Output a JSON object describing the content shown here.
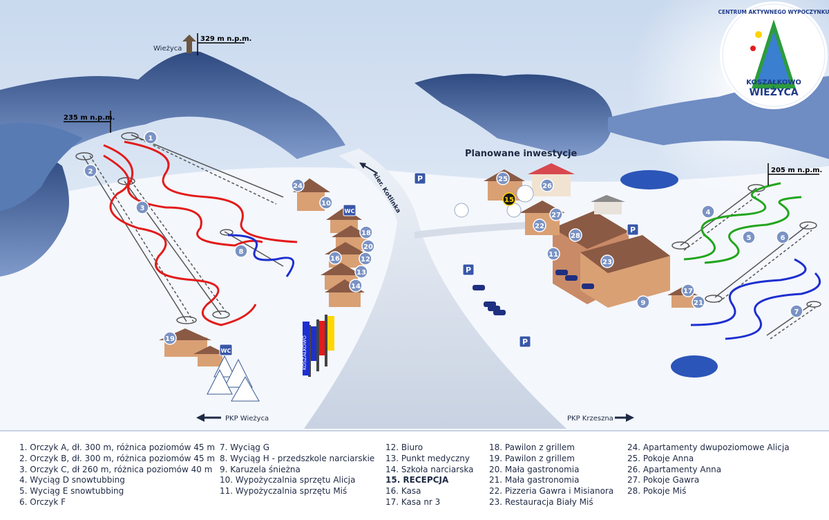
{
  "labels": {
    "peak_name": "Wieżyca",
    "peak_altitude": "329 m n.p.m.",
    "left_altitude": "235 m n.p.m.",
    "right_altitude": "205 m n.p.m.",
    "planned": "Planowane inwestycje",
    "direction_kotlinka": "kier. Kotlinka",
    "pkp_wiezyca": "PKP Wieżyca",
    "pkp_krzeszna": "PKP Krzeszna",
    "parking": "P",
    "wc": "WC",
    "flag_text": "KOSZAŁKOWO"
  },
  "logo": {
    "arc_text": "CENTRUM AKTYWNEGO WYPOCZYNKU",
    "name_top": "KOSZAŁKOWO",
    "name_bottom": "WIEŻYCA"
  },
  "markers": [
    "1",
    "2",
    "3",
    "4",
    "5",
    "6",
    "7",
    "8",
    "9",
    "10",
    "11",
    "12",
    "13",
    "14",
    "15",
    "16",
    "17",
    "18",
    "19",
    "20",
    "21",
    "22",
    "23",
    "24",
    "25",
    "26",
    "27",
    "28"
  ],
  "legend": {
    "col1": [
      "1. Orczyk A, dł. 300 m, różnica poziomów 45 m",
      "2. Orczyk B, dł. 300 m, różnica poziomów 45 m",
      "3. Orczyk C, dł 260 m, różnica poziomów 40 m",
      "4. Wyciąg D snowtubbing",
      "5. Wyciąg E snowtubbing",
      "6. Orczyk F"
    ],
    "col2": [
      "7. Wyciąg G",
      "8. Wyciąg H - przedszkole narciarskie",
      "9. Karuzela śnieżna",
      "10. Wypożyczalnia sprzętu Alicja",
      "11. Wypożyczalnia sprzętu Miś"
    ],
    "col3": [
      "12. Biuro",
      "13. Punkt medyczny",
      "14. Szkoła narciarska",
      "15. RECEPCJA",
      "16. Kasa",
      "17. Kasa nr 3"
    ],
    "col4": [
      "18. Pawilon z grillem",
      "19. Pawilon z grillem",
      "20. Mała gastronomia",
      "21. Mała gastronomia",
      "22. Pizzeria Gawra i Misianora",
      "23. Restauracja Biały Miś"
    ],
    "col5": [
      "24. Apartamenty dwupoziomowe Alicja",
      "25. Pokoje Anna",
      "26. Apartamenty Anna",
      "27. Pokoje Gawra",
      "28. Pokoje Miś"
    ]
  },
  "colors": {
    "sky": "#dfe9f5",
    "mountain": "#4f6fa6",
    "snow": "#f4f7fc",
    "red_slope": "#e31b1b",
    "blue_slope": "#1d2fd0",
    "green_slope": "#22a51e",
    "marker": "#7a93c4",
    "lake": "#2b55b8",
    "building_wall": "#d9a074",
    "roof": "#8a5a44"
  }
}
